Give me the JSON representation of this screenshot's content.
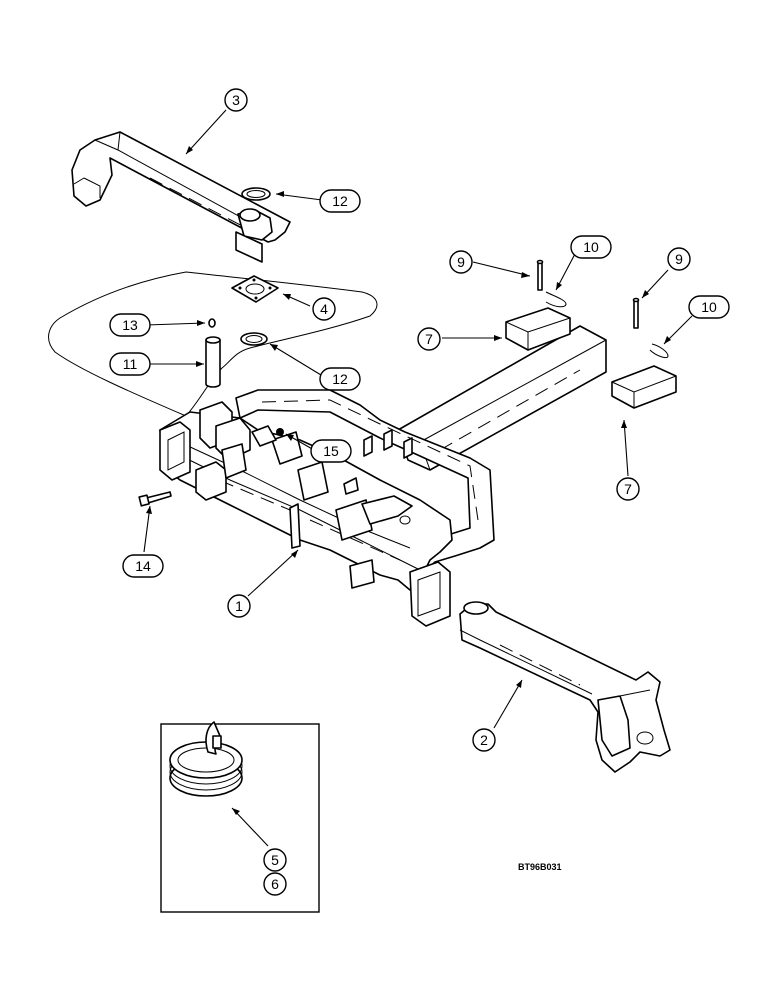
{
  "figure_code": "BT96B031",
  "callouts": [
    {
      "id": "c3",
      "label": "3"
    },
    {
      "id": "c12a",
      "label": "12"
    },
    {
      "id": "c4",
      "label": "4"
    },
    {
      "id": "c13",
      "label": "13"
    },
    {
      "id": "c11",
      "label": "11"
    },
    {
      "id": "c12b",
      "label": "12"
    },
    {
      "id": "c9a",
      "label": "9"
    },
    {
      "id": "c10a",
      "label": "10"
    },
    {
      "id": "c7a",
      "label": "7"
    },
    {
      "id": "c9b",
      "label": "9"
    },
    {
      "id": "c10b",
      "label": "10"
    },
    {
      "id": "c7b",
      "label": "7"
    },
    {
      "id": "c15",
      "label": "15"
    },
    {
      "id": "c14",
      "label": "14"
    },
    {
      "id": "c1",
      "label": "1"
    },
    {
      "id": "c2",
      "label": "2"
    },
    {
      "id": "c5",
      "label": "5"
    },
    {
      "id": "c6",
      "label": "6"
    }
  ],
  "parts": {
    "frame": "main-frame",
    "axle_left": "axle-arm-3",
    "axle_right": "axle-arm-2",
    "tongue": "tongue-tube",
    "decal_roll": "decal-roll"
  }
}
